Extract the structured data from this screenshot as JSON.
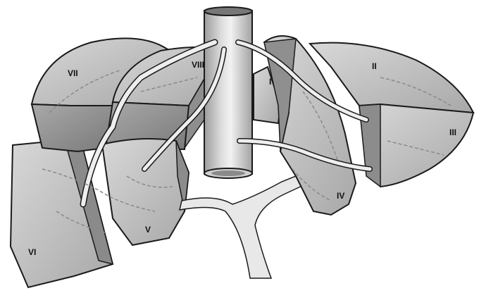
{
  "segments": [
    {
      "id": "I",
      "label": "I"
    },
    {
      "id": "II",
      "label": "II"
    },
    {
      "id": "III",
      "label": "III"
    },
    {
      "id": "IV",
      "label": "IV"
    },
    {
      "id": "V",
      "label": "V"
    },
    {
      "id": "VI",
      "label": "VI"
    },
    {
      "id": "VII",
      "label": "VII"
    },
    {
      "id": "VIII",
      "label": "VIII"
    }
  ],
  "colors": {
    "parenchyma": "#c4c4c4",
    "parenchyma_dark": "#8e8e8e",
    "parenchyma_light": "#dcdcdc",
    "vessel": "#e6e6e6",
    "outline": "#1a1a1a",
    "dashed_vein": "#9a9a9a"
  }
}
